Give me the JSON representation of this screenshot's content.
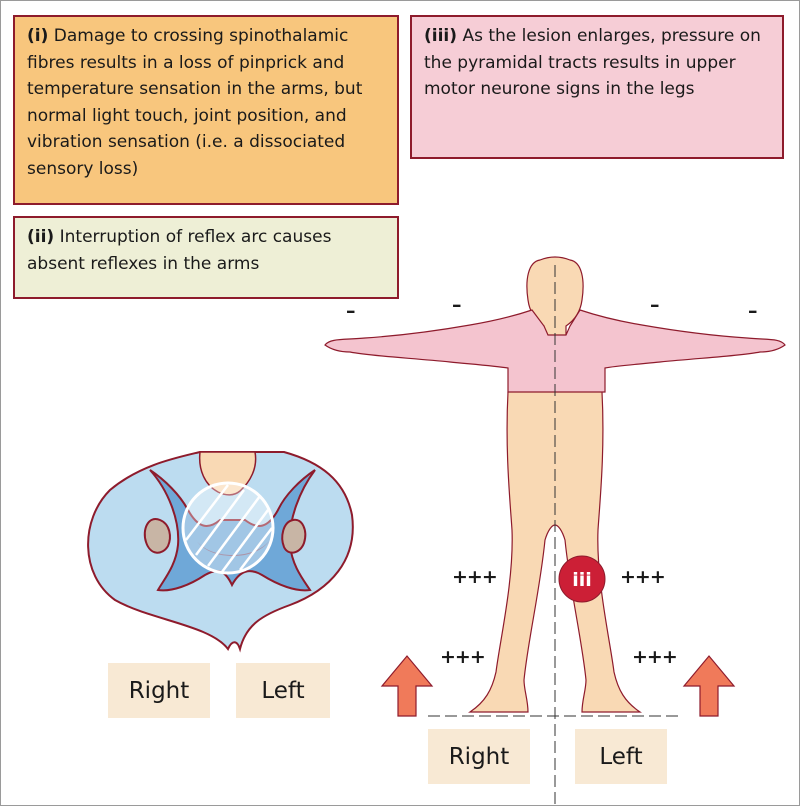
{
  "box_i": {
    "marker": "(i)",
    "text": "Damage to crossing spinothalamic fibres results in a loss of pinprick and temperature sensation in the arms, but normal light touch, joint position, and vibration sensation (i.e. a dissociated sensory loss)"
  },
  "box_ii": {
    "marker": "(ii)",
    "text": "Interruption of reflex arc causes absent reflexes in the arms"
  },
  "box_iii": {
    "marker": "(iii)",
    "text": "As the lesion enlarges, pressure on the pyramidal tracts results in upper motor neurone signs in the legs"
  },
  "lesion_marker": "iii",
  "arm_signs": [
    "–",
    "–",
    "–",
    "–"
  ],
  "leg_signs": [
    "+++",
    "+++",
    "+++",
    "+++"
  ],
  "cord_labels": {
    "right": "Right",
    "left": "Left"
  },
  "body_labels": {
    "right": "Right",
    "left": "Left"
  },
  "colors": {
    "border": "#8e1b2c",
    "box_i_bg": "#f8c67d",
    "box_ii_bg": "#eeefd6",
    "box_iii_bg": "#f6cdd6",
    "skin": "#f9d9b4",
    "affected_arms": "#f4c4cf",
    "cord_white_matter": "#bcdcf0",
    "cord_grey_matter": "#6fa8d8",
    "lesion_red": "#cc1f36",
    "arrow": "#f07a5a"
  }
}
